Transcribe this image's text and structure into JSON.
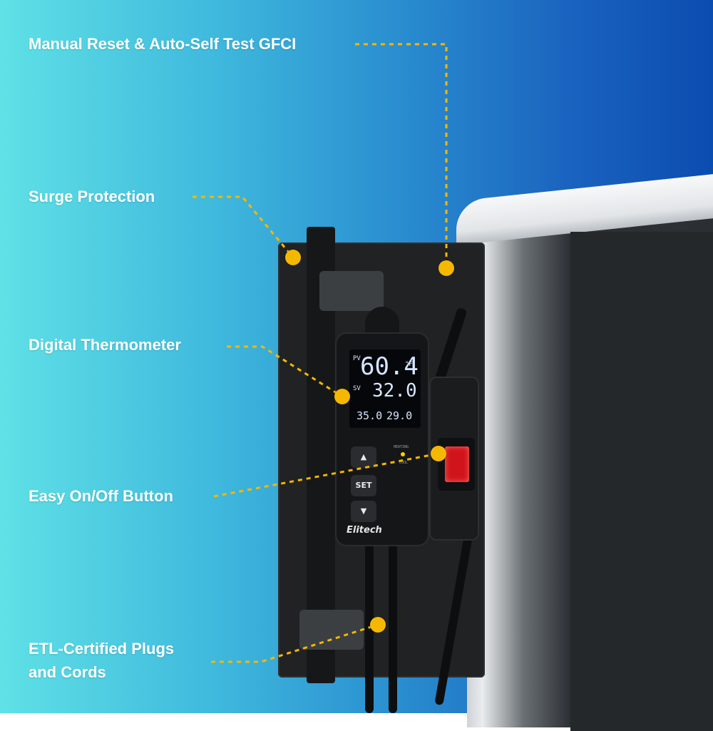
{
  "colors": {
    "accent": "#f5b800",
    "label_text": "#ffffff"
  },
  "callouts": [
    {
      "label": "Manual Reset & Auto-Self Test GFCI"
    },
    {
      "label": "Surge Protection"
    },
    {
      "label": "Digital Thermometer"
    },
    {
      "label": "Easy On/Off Button"
    },
    {
      "label_line1": "ETL-Certified Plugs",
      "label_line2": "and Cords"
    }
  ],
  "controller": {
    "brand": "Elitech",
    "pv_tag": "PV",
    "sv_tag": "SV",
    "pv_value": "60.4",
    "sv_value": "32.0",
    "unit": "°F",
    "low_value": "35.0",
    "high_value": "29.0",
    "set_key": "SET",
    "indicator_top": "HEATING",
    "indicator_bottom": "COOL"
  }
}
